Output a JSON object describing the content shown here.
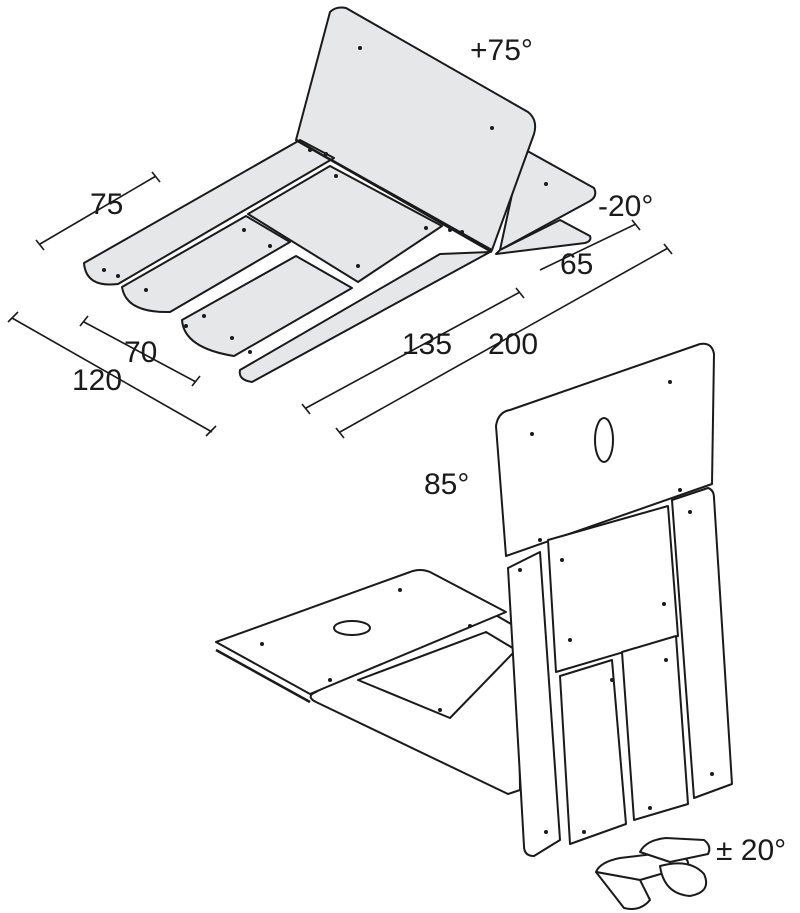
{
  "dimensions": {
    "d75": "75",
    "d70": "70",
    "d120": "120",
    "d135": "135",
    "d200": "200",
    "d65": "65"
  },
  "angles": {
    "back_tilt": "+75°",
    "leg_tilt": "-20°",
    "upright": "85°",
    "foot_range": "± 20°"
  },
  "colors": {
    "panel_fill": "#e6e7e9",
    "outline": "#1a1a1a"
  }
}
